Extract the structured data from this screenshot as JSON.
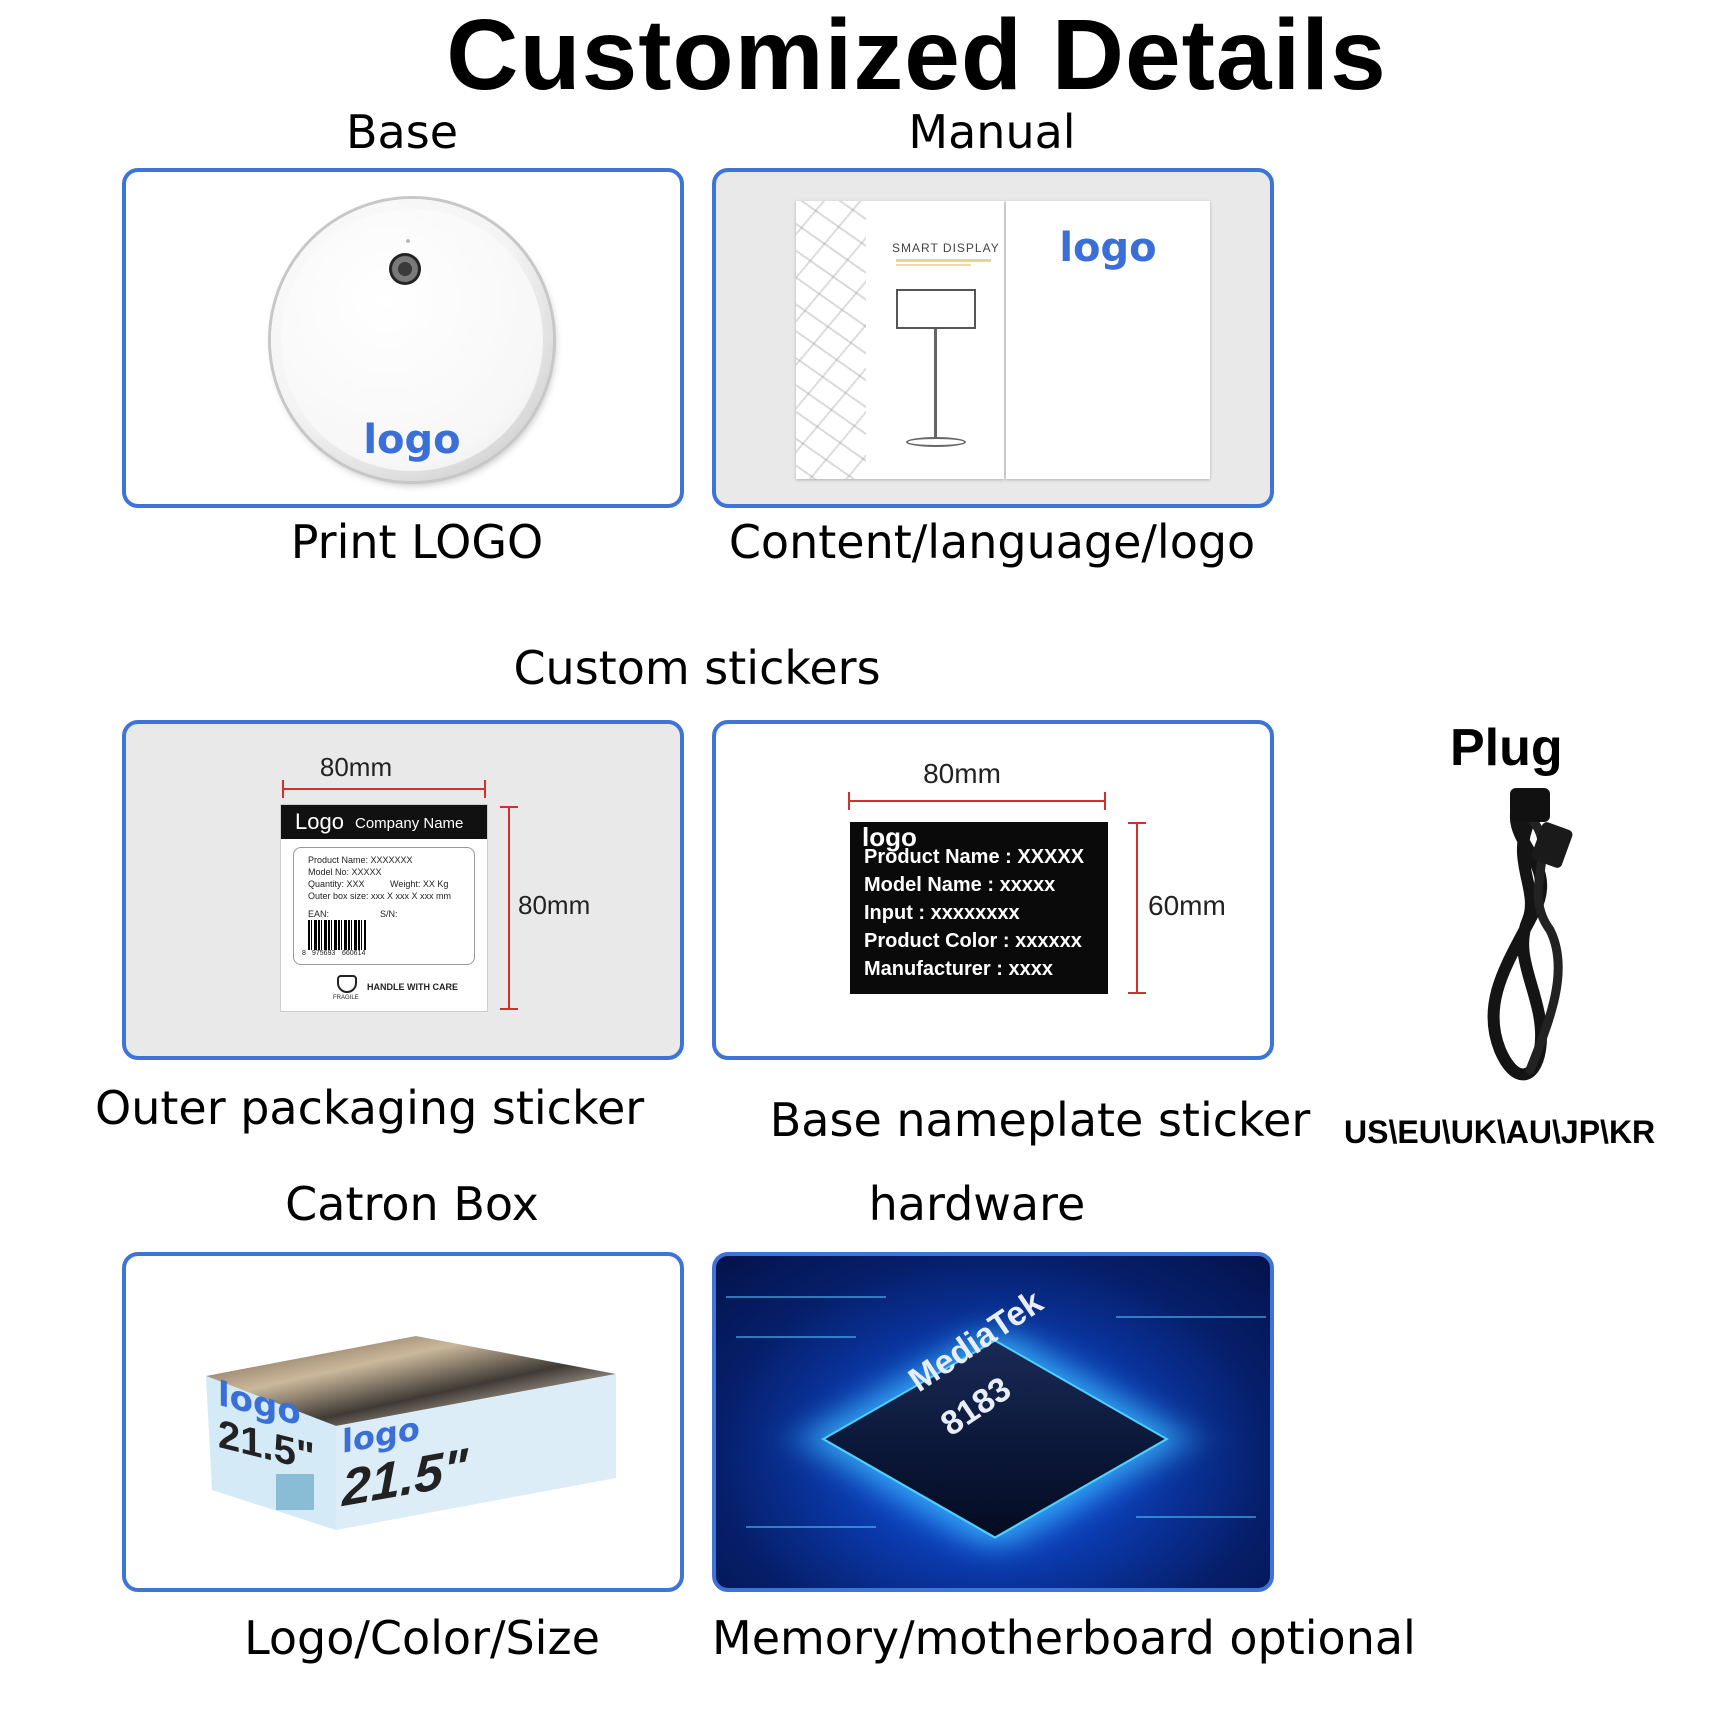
{
  "title": "Customized Details",
  "sections": {
    "base": {
      "heading": "Base",
      "caption": "Print LOGO",
      "logo_text": "logo"
    },
    "manual": {
      "heading": "Manual",
      "caption": "Content/language/logo",
      "cover_title": "SMART DISPLAY",
      "logo_text": "logo"
    },
    "stickers": {
      "heading": "Custom stickers",
      "outer": {
        "caption": "Outer packaging sticker",
        "width_label": "80mm",
        "height_label": "80mm",
        "head_logo": "Logo",
        "head_company": "Company Name",
        "lines": [
          "Product Name: XXXXXXX",
          "Model No: XXXXX",
          "Quantity: XXX",
          "Weight: XX Kg",
          "Outer box size: xxx X xxx X xxx mm",
          "EAN:",
          "S/N:"
        ],
        "barcode_digits": [
          "8",
          "975693",
          "660614"
        ],
        "handle_text": "HANDLE WITH CARE",
        "fragile_text": "FRAGILE"
      },
      "nameplate": {
        "caption": "Base nameplate sticker",
        "width_label": "80mm",
        "height_label": "60mm",
        "logo": "logo",
        "rows": [
          "Product Name : XXXXX",
          "Model Name : xxxxx",
          "Input : xxxxxxxx",
          "Product Color : xxxxxx",
          "Manufacturer : xxxx"
        ]
      }
    },
    "plug": {
      "heading": "Plug",
      "regions": "US\\EU\\UK\\AU\\JP\\KR"
    },
    "carton": {
      "heading": "Catron Box",
      "caption": "Logo/Color/Size",
      "logo_side": "logo",
      "size_side": "21.5\"",
      "logo_front": "logo",
      "size_front": "21.5\""
    },
    "hardware": {
      "heading": "hardware",
      "caption": "Memory/motherboard optional",
      "chip_brand": "MediaTek",
      "chip_model": "8183"
    }
  },
  "colors": {
    "panel_border": "#3e74d8",
    "logo_blue": "#3a6fd8",
    "dimension_red": "#d32f2f"
  }
}
